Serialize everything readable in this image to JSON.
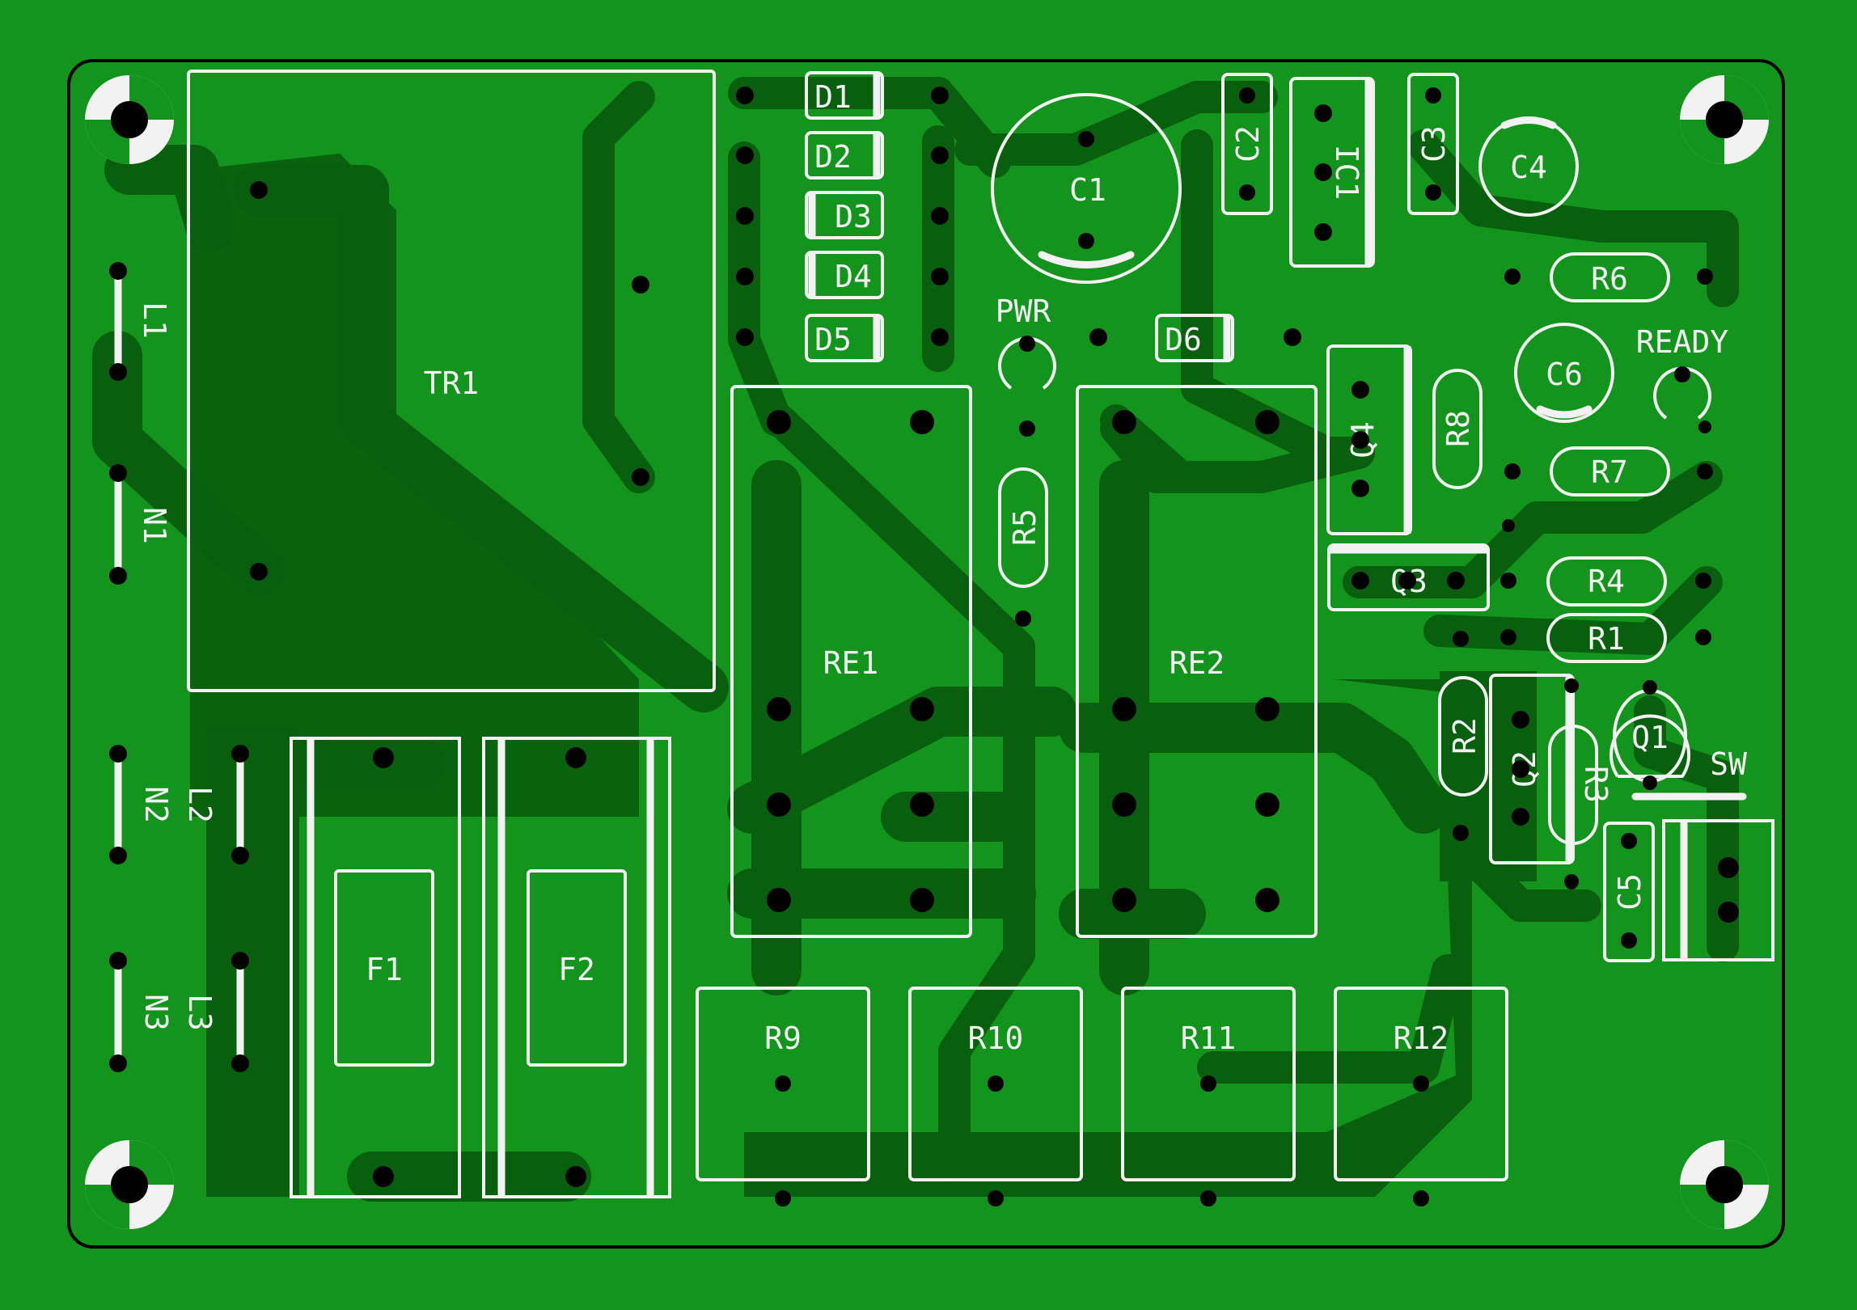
{
  "colors": {
    "background": "#13941c",
    "board": "#13941c",
    "copper": "#085f0d",
    "silkscreen": "#f2f2f2",
    "pad": "#000000",
    "outline": "#000000"
  },
  "labels": {
    "tr1": "TR1",
    "d1": "D1",
    "d2": "D2",
    "d3": "D3",
    "d4": "D4",
    "d5": "D5",
    "d6": "D6",
    "c1": "C1",
    "c2": "C2",
    "c3": "C3",
    "c4": "C4",
    "c5": "C5",
    "c6": "C6",
    "ic1": "IC1",
    "pwr": "PWR",
    "ready": "READY",
    "r1": "R1",
    "r2": "R2",
    "r3": "R3",
    "r4": "R4",
    "r5": "R5",
    "r6": "R6",
    "r7": "R7",
    "r8": "R8",
    "r9": "R9",
    "r10": "R10",
    "r11": "R11",
    "r12": "R12",
    "q1": "Q1",
    "q2": "Q2",
    "q3": "Q3",
    "q4": "Q4",
    "re1": "RE1",
    "re2": "RE2",
    "f1": "F1",
    "f2": "F2",
    "l1": "L1",
    "l2": "L2",
    "l3": "L3",
    "n1": "N1",
    "n2": "N2",
    "n3": "N3",
    "sw": "SW"
  }
}
